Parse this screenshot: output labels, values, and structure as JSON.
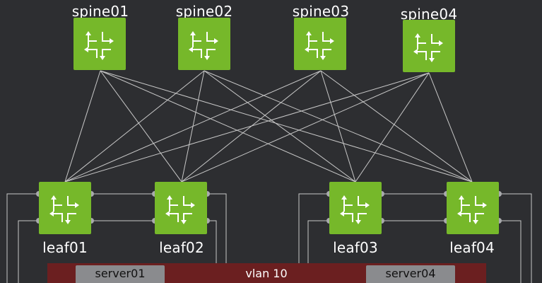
{
  "spines": [
    {
      "id": "spine01",
      "label": "spine01"
    },
    {
      "id": "spine02",
      "label": "spine02"
    },
    {
      "id": "spine03",
      "label": "spine03"
    },
    {
      "id": "spine04",
      "label": "spine04"
    }
  ],
  "leaves": [
    {
      "id": "leaf01",
      "label": "leaf01"
    },
    {
      "id": "leaf02",
      "label": "leaf02"
    },
    {
      "id": "leaf03",
      "label": "leaf03"
    },
    {
      "id": "leaf04",
      "label": "leaf04"
    }
  ],
  "links": "full-mesh spine-leaf",
  "vlan": {
    "label": "vlan 10",
    "color": "#6b1f20"
  },
  "servers": [
    {
      "id": "server01",
      "label": "server01"
    },
    {
      "id": "server04",
      "label": "server04"
    }
  ],
  "colors": {
    "background": "#2d2e31",
    "switch": "#76b82a",
    "link": "#c8c8c8",
    "server": "#8a8b8e"
  },
  "icons": {
    "switch": "router-arrows-icon",
    "port": "port-dot-icon"
  }
}
